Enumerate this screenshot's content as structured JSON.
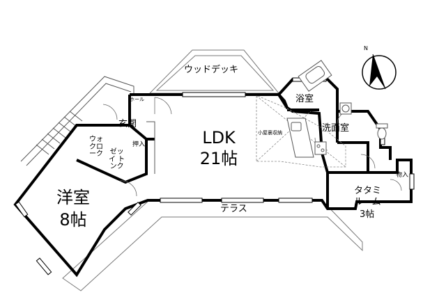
{
  "rooms": {
    "ldk": {
      "name": "LDK",
      "size": "21帖"
    },
    "western": {
      "name": "洋室",
      "size": "8帖"
    },
    "tatami": {
      "line1": "タタミ",
      "line2": "ルーム",
      "size": "3帖"
    },
    "bath": "浴室",
    "washroom": "洗面室",
    "entrance": "玄関",
    "hall": "ホール",
    "closet_push": "押入",
    "storage": "物入",
    "attic": "小屋裏収納",
    "walkin_closet_lines": [
      "ウォ",
      "クロ",
      "ーク",
      "ゼッ",
      "イ ト",
      "ンク"
    ]
  },
  "outdoor": {
    "wood_deck": "ウッドデッキ",
    "terrace": "テラス"
  },
  "compass": {
    "north_label": "N"
  }
}
